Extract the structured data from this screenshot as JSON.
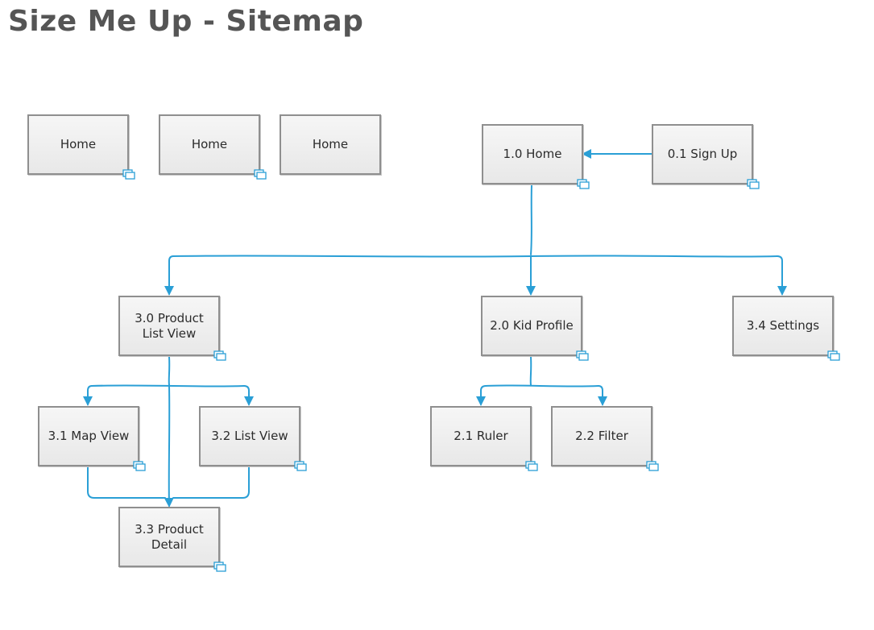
{
  "title": "Size Me Up - Sitemap",
  "icons": {
    "page_stack": "page-stack-icon"
  },
  "colors": {
    "connector": "#2a9fd6",
    "node_border": "#8f8f8f",
    "node_fill": "#eeeeee",
    "title": "#555555"
  },
  "nodes": {
    "home_a": "Home",
    "home_b": "Home",
    "home_c": "Home",
    "n1_0": "1.0 Home",
    "n0_1": "0.1 Sign Up",
    "n3_0": "3.0 Product List View",
    "n2_0": "2.0 Kid Profile",
    "n3_4": "3.4 Settings",
    "n3_1": "3.1 Map View",
    "n3_2": "3.2 List View",
    "n2_1": "2.1 Ruler",
    "n2_2": "2.2 Filter",
    "n3_3": "3.3 Product Detail"
  },
  "links": [
    {
      "from": "0.1 Sign Up",
      "to": "1.0 Home"
    },
    {
      "from": "1.0 Home",
      "to": "3.0 Product List View"
    },
    {
      "from": "1.0 Home",
      "to": "2.0 Kid Profile"
    },
    {
      "from": "1.0 Home",
      "to": "3.4 Settings"
    },
    {
      "from": "3.0 Product List View",
      "to": "3.1 Map View"
    },
    {
      "from": "3.0 Product List View",
      "to": "3.2 List View"
    },
    {
      "from": "3.0 Product List View",
      "to": "3.3 Product Detail"
    },
    {
      "from": "3.1 Map View",
      "to": "3.3 Product Detail"
    },
    {
      "from": "3.2 List View",
      "to": "3.3 Product Detail"
    },
    {
      "from": "2.0 Kid Profile",
      "to": "2.1 Ruler"
    },
    {
      "from": "2.0 Kid Profile",
      "to": "2.2 Filter"
    }
  ]
}
